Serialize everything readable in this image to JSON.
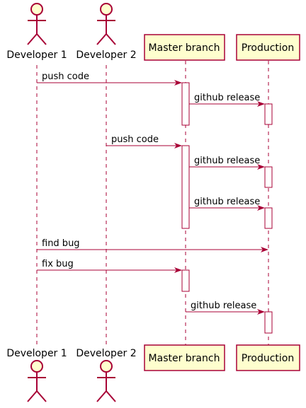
{
  "participants": {
    "dev1": "Developer 1",
    "dev2": "Developer 2",
    "master": "Master branch",
    "prod": "Production"
  },
  "messages": [
    {
      "label": "push code",
      "from": "dev1",
      "to": "master"
    },
    {
      "label": "github release",
      "from": "master",
      "to": "prod"
    },
    {
      "label": "push code",
      "from": "dev2",
      "to": "master"
    },
    {
      "label": "github release",
      "from": "master",
      "to": "prod"
    },
    {
      "label": "github release",
      "from": "master",
      "to": "prod"
    },
    {
      "label": "find bug",
      "from": "dev1",
      "to": "prod"
    },
    {
      "label": "fix bug",
      "from": "dev1",
      "to": "master"
    },
    {
      "label": "github release",
      "from": "master",
      "to": "prod"
    }
  ],
  "colors": {
    "border": "#a80036",
    "fill": "#fefece"
  }
}
